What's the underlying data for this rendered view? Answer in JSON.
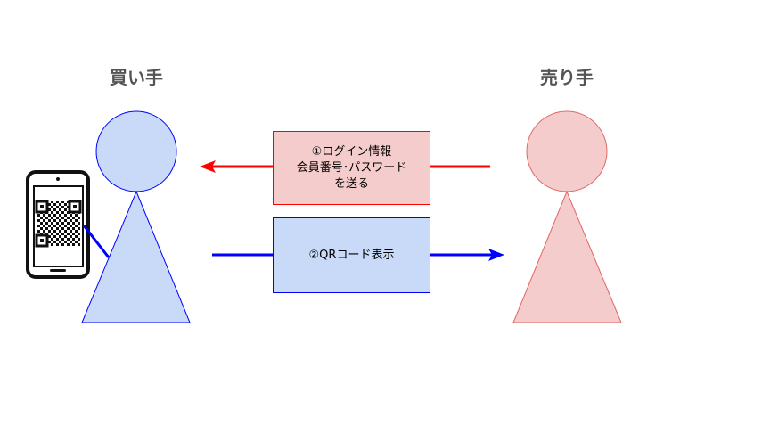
{
  "buyer": {
    "label": "買い手"
  },
  "seller": {
    "label": "売り手"
  },
  "step1": {
    "line1": "①ログイン情報",
    "line2": "会員番号･パスワード",
    "line3": "を送る"
  },
  "step2": {
    "label": "②QRコード表示"
  },
  "colors": {
    "buyer_fill": "#c9daf8",
    "buyer_stroke": "#0000ff",
    "seller_fill": "#f4cccc",
    "seller_stroke": "#e06666",
    "red_arrow": "#ff0000",
    "blue_arrow": "#0000ff"
  },
  "icons": {
    "phone": "smartphone-qr-icon"
  }
}
